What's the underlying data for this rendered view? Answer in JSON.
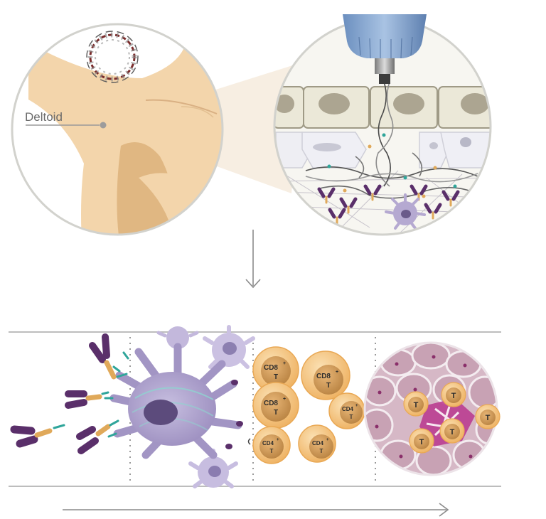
{
  "labels": {
    "deltoid": "Deltoid"
  },
  "cells": {
    "cd8_sup": "+",
    "cd4_sup": "+",
    "cd8_a": "CD8",
    "cd8_b": "CD8",
    "cd8_c": "CD8",
    "cd4_a": "CD4",
    "cd4_b": "CD4",
    "cd4_c": "CD4",
    "t": "T"
  },
  "colors": {
    "skin": "#f2d3a8",
    "skin_shadow": "#d8ac72",
    "circle_border": "#d2d2cd",
    "epithelium": "#ece9da",
    "nucleus": "#ada792",
    "dendritic": "#a89ac2",
    "dendritic_nucleus": "#5a4a78",
    "t_cell": "#f3c27a",
    "t_cell_core": "#c7924c",
    "antibody_purple": "#5a2f6a",
    "antibody_gold": "#e0a95a",
    "tumor": "#d8b4c4",
    "tumor_pink": "#b8358d",
    "arrow_gray": "#8a8a8a",
    "device_blue": "#7fa0c8"
  }
}
